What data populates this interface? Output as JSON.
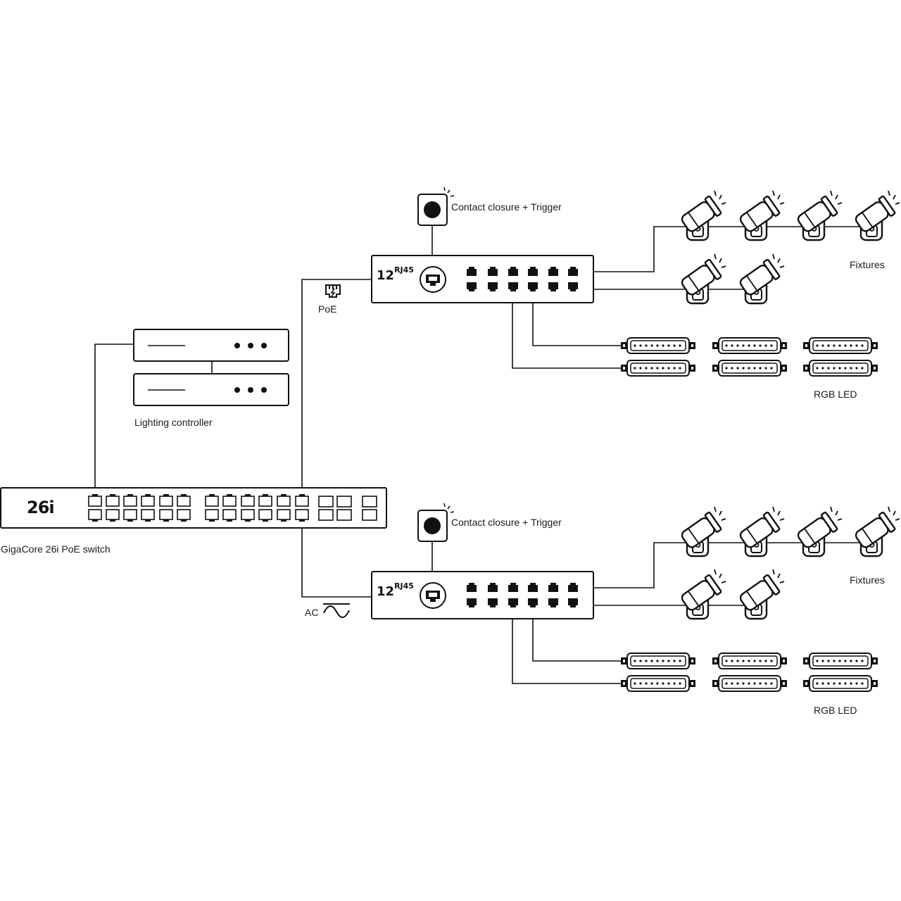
{
  "labels": {
    "lighting_controller": "Lighting controller",
    "main_switch": "GigaCore 26i PoE switch",
    "main_switch_brand": "26i",
    "poe": "PoE",
    "ac": "AC",
    "trigger_top": "Contact closure + Trigger",
    "trigger_bottom": "Contact closure + Trigger",
    "fixtures_top": "Fixtures",
    "fixtures_bottom": "Fixtures",
    "rgb_led_top": "RGB LED",
    "rgb_led_bottom": "RGB LED",
    "node_port_count": "12",
    "node_port_type": "RJ45"
  },
  "icons": [
    "poe-plug-icon",
    "ac-sine-icon",
    "trigger-button-icon",
    "spotlight-fixture-icon",
    "led-bar-icon",
    "rj45-port-icon"
  ],
  "colors": {
    "line": "#111111",
    "background": "#ffffff"
  }
}
